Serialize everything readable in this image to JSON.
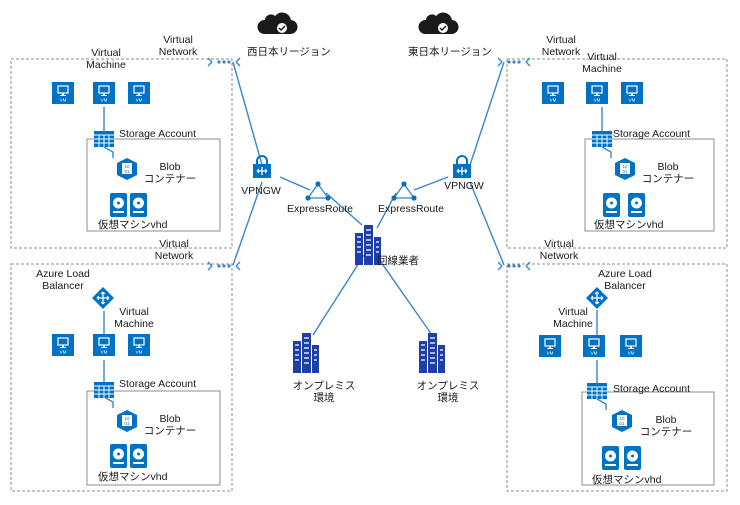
{
  "regions": {
    "west": {
      "name": "西日本リージョン"
    },
    "east": {
      "name": "東日本リージョン"
    }
  },
  "labels": {
    "virtual_network": "Virtual\nNetwork",
    "virtual_machine": "Virtual\nMachine",
    "storage_account": "Storage Account",
    "blob_container": "Blob\nコンテナー",
    "vm_vhd": "仮想マシンvhd",
    "vm_tile": "VM",
    "vpngw": "VPNGW",
    "expressroute": "ExpressRoute",
    "carrier": "回線業者",
    "azure_load_balancer": "Azure Load\nBalancer",
    "on_premises": "オンプレミス\n環境"
  },
  "colors": {
    "azure_blue": "#0072c6",
    "line_blue": "#3a86c8",
    "border_gray": "#8c8c8c",
    "building_navy": "#1f3fa8",
    "cloud_black": "#1a1a1a"
  },
  "icons": [
    "cloud-icon",
    "vm-icon",
    "storage-account-icon",
    "blob-icon",
    "vhd-disk-icon",
    "vnet-icon",
    "vpn-gateway-icon",
    "expressroute-icon",
    "building-icon",
    "load-balancer-icon"
  ]
}
